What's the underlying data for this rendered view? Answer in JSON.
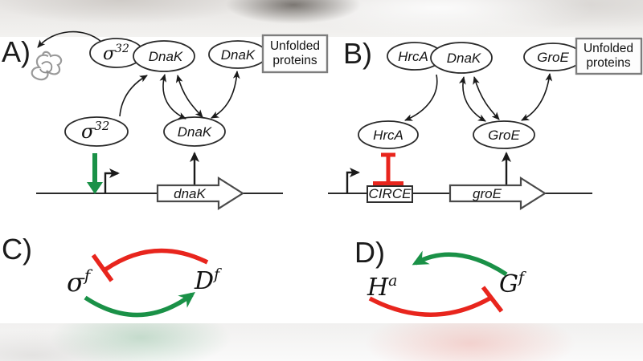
{
  "colors": {
    "activation_green": "#1a9147",
    "inhibition_red": "#e8251d",
    "line_black": "#1a1a1a",
    "unfolded_gray": "#9a9a9a"
  },
  "panel_a": {
    "label": "A)",
    "complex": {
      "sigma_base": "σ",
      "sigma_sup": "32",
      "chaperone": "DnaK"
    },
    "bound_chaperone": "DnaK",
    "unfolded_box": {
      "line1": "Unfolded",
      "line2": "proteins"
    },
    "free_sigma": {
      "base": "σ",
      "sup": "32"
    },
    "free_chaperone": "DnaK",
    "gene_label": "dnaK"
  },
  "panel_b": {
    "label": "B)",
    "complex": {
      "regulator": "HrcA",
      "chaperone": "DnaK"
    },
    "bound_chaperone": "GroE",
    "unfolded_box": {
      "line1": "Unfolded",
      "line2": "proteins"
    },
    "free_regulator": "HrcA",
    "free_chaperone": "GroE",
    "operator_label": "CIRCE",
    "gene_label": "groE"
  },
  "panel_c": {
    "label": "C)",
    "left": {
      "base": "σ",
      "sup": "f"
    },
    "right": {
      "base": "D",
      "sup": "f"
    }
  },
  "panel_d": {
    "label": "D)",
    "left": {
      "base": "H",
      "sup": "a"
    },
    "right": {
      "base": "G",
      "sup": "f"
    }
  }
}
